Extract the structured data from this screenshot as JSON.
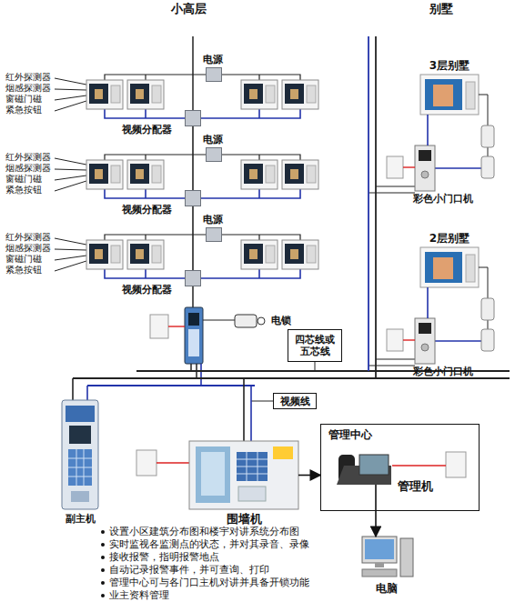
{
  "diagram": {
    "nodes": [
      {
        "text": [
          "电源"
        ]
      },
      {
        "text": [
          "视频分配器"
        ]
      },
      {
        "text": [
          "电源"
        ]
      },
      {
        "text": [
          "视频分配器"
        ]
      },
      {
        "text": [
          "电源"
        ]
      },
      {
        "text": [
          "视频分配器"
        ]
      },
      {
        "text": [
          "电锁"
        ]
      },
      {
        "text": [
          "副主机"
        ]
      },
      {
        "text": [
          "四芯线或五芯线"
        ]
      },
      {
        "text": [
          "视频线"
        ]
      },
      {
        "text": [
          "围墙机"
        ]
      },
      {
        "text": [
          "管理中心"
        ]
      },
      {
        "text": [
          "管理机"
        ],
        "in": 11
      },
      {
        "text": [
          "电脑"
        ]
      },
      {
        "text": [
          "3层别墅"
        ]
      },
      {
        "text": [
          "彩色小门口机"
        ]
      },
      {
        "text": [
          "2层别墅"
        ]
      },
      {
        "text": [
          "彩色小门口机"
        ]
      }
    ],
    "edges": [
      {
        "from": 1,
        "to": 3,
        "arrow": "none"
      },
      {
        "from": 3,
        "to": 5,
        "arrow": "none"
      },
      {
        "from": 10,
        "to": 11,
        "arrow": "to"
      },
      {
        "from": 12,
        "to": 13,
        "arrow": "to"
      },
      {
        "from": 15,
        "to": 14,
        "arrow": "none"
      },
      {
        "from": 17,
        "to": 16,
        "arrow": "none"
      }
    ],
    "labels": [
      "小高层",
      "别墅",
      "红外探测器",
      "烟感探测器",
      "窗磁门磁",
      "紧急按钮",
      "红外探测器",
      "烟感探测器",
      "窗磁门磁",
      "紧急按钮",
      "红外探测器",
      "烟感探测器",
      "窗磁门磁",
      "紧急按钮",
      "设置小区建筑分布图和楼宇对讲系统分布图",
      "实时监视各监测点的状态，并对其录音、录像",
      "接收报警，指明报警地点",
      "自动记录报警事件，并可查询、打印",
      "管理中心可与各门口主机对讲并具备开锁功能",
      "业主资料管理"
    ]
  }
}
